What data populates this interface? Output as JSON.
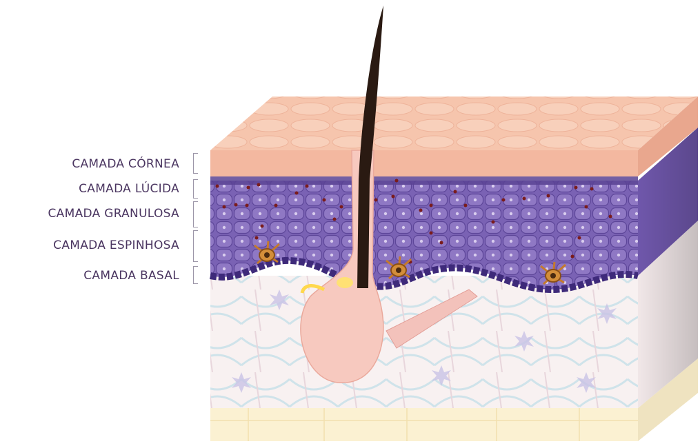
{
  "labels": [
    "CAMADA CÓRNEA",
    "CAMADA LÚCIDA",
    "CAMADA GRANULOSA",
    "CAMADA ESPINHOSA",
    "CAMADA BASAL"
  ],
  "colors": {
    "label_text": "#4a3560",
    "cornea_top": "#f6c6ae",
    "cornea_side": "#f0b39a",
    "epidermis_purple": "#7b63b6",
    "epidermis_dark": "#5a3f96",
    "dermis": "#f7efef",
    "hypodermis": "#fbf1d2",
    "hair": "#2a1a12",
    "melanin_dots": "#7a1c1c"
  },
  "icons": [
    "hair-shaft-icon",
    "hair-follicle-icon",
    "melanocyte-icon",
    "muscle-icon"
  ]
}
